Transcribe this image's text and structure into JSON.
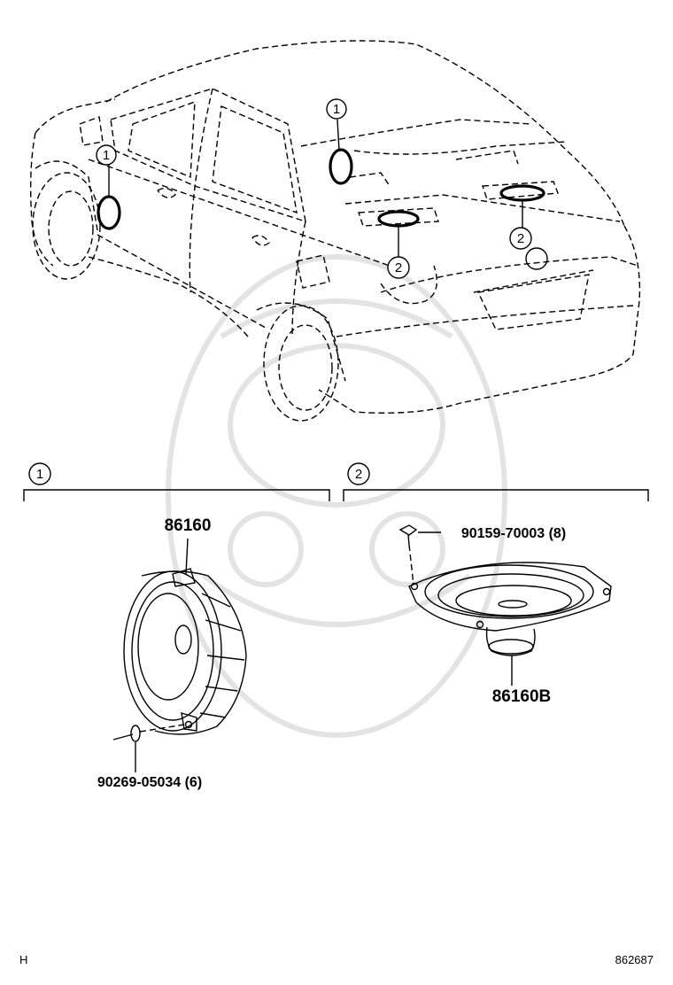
{
  "diagram": {
    "callouts": {
      "front_door_top": "1",
      "front_door_mid": "1",
      "rear_shelf_left": "2",
      "rear_shelf_right": "2"
    },
    "sections": [
      {
        "number": "1",
        "parts": {
          "speaker": "86160",
          "screw": "90269-05034 (6)"
        }
      },
      {
        "number": "2",
        "parts": {
          "screw": "90159-70003 (8)",
          "speaker": "86160B"
        }
      }
    ],
    "footer": {
      "left_code": "H",
      "right_code": "862687"
    }
  }
}
